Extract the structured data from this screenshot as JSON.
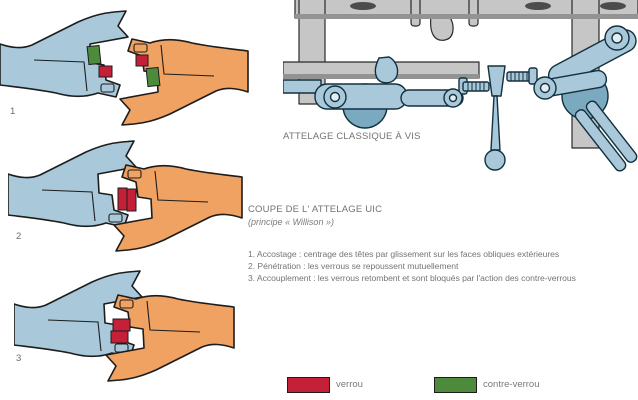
{
  "figure": {
    "stage_labels": [
      "1",
      "2",
      "3"
    ],
    "captions": {
      "classic_coupling": "ATTELAGE CLASSIQUE À VIS",
      "uic_title": "COUPE DE L' ATTELAGE UIC",
      "uic_subtitle": "(principe « Willison »)"
    },
    "steps": [
      "1. Accostage : centrage des têtes par glissement sur les faces obliques extérieures",
      "2. Pénétration : les verrous se repoussent mutuellement",
      "3. Accouplement : les verrous retombent et sont bloqués par l'action des contre-verrous"
    ]
  },
  "legend": {
    "verrou_label": "verrou",
    "contre_verrou_label": "contre-verrou",
    "verrou_color": "#c42138",
    "contre_verrou_color": "#4e8a3b"
  },
  "colors": {
    "coupler_blue": "#a9c9da",
    "coupler_blue_dark": "#7aa9c0",
    "coupler_orange": "#f0a263",
    "steel_gray": "#c6c6c6",
    "steel_gray_dark": "#939393",
    "slot_dark": "#4c4c4c",
    "hole_light": "#e4edf2",
    "text_gray": "#757575"
  }
}
